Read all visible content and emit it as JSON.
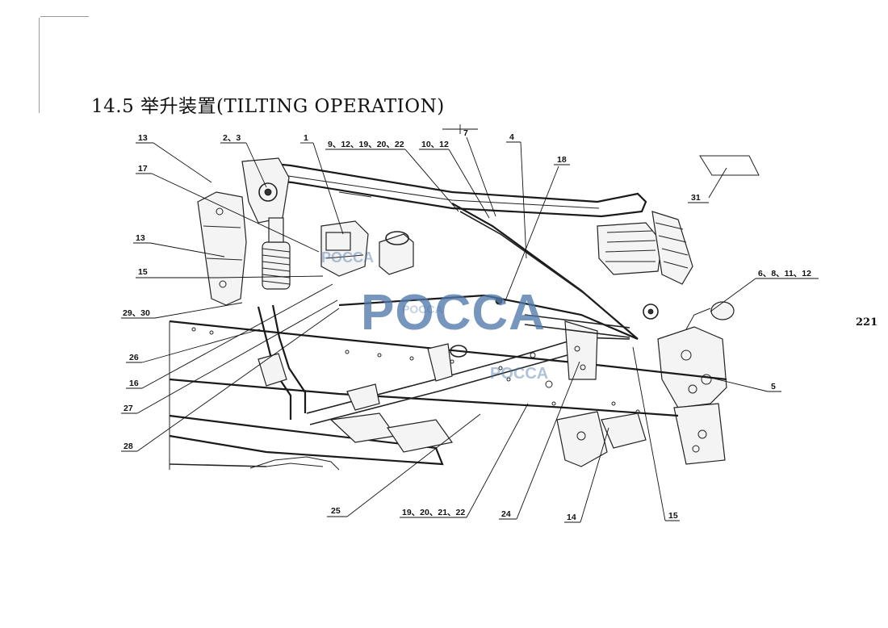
{
  "title": "14.5 举升装置(TILTING OPERATION)",
  "page_number": "221",
  "watermark": {
    "main": "POCCA",
    "small": "POCCA"
  },
  "callouts": {
    "c13a": "13",
    "c23": "2、3",
    "c1": "1",
    "c9": "9、12、19、20、22",
    "c10": "10、12",
    "c7": "7",
    "c4": "4",
    "c18": "18",
    "c17": "17",
    "c13b": "13",
    "c15a": "15",
    "c29": "29、30",
    "c26": "26",
    "c16": "16",
    "c27": "27",
    "c28": "28",
    "c25": "25",
    "c19": "19、20、21、22",
    "c24": "24",
    "c14": "14",
    "c15b": "15",
    "c5": "5",
    "c6": "6、8、11、12",
    "c31": "31"
  },
  "colors": {
    "line": "#111111",
    "watermark": "#5078aa",
    "background": "#ffffff"
  }
}
